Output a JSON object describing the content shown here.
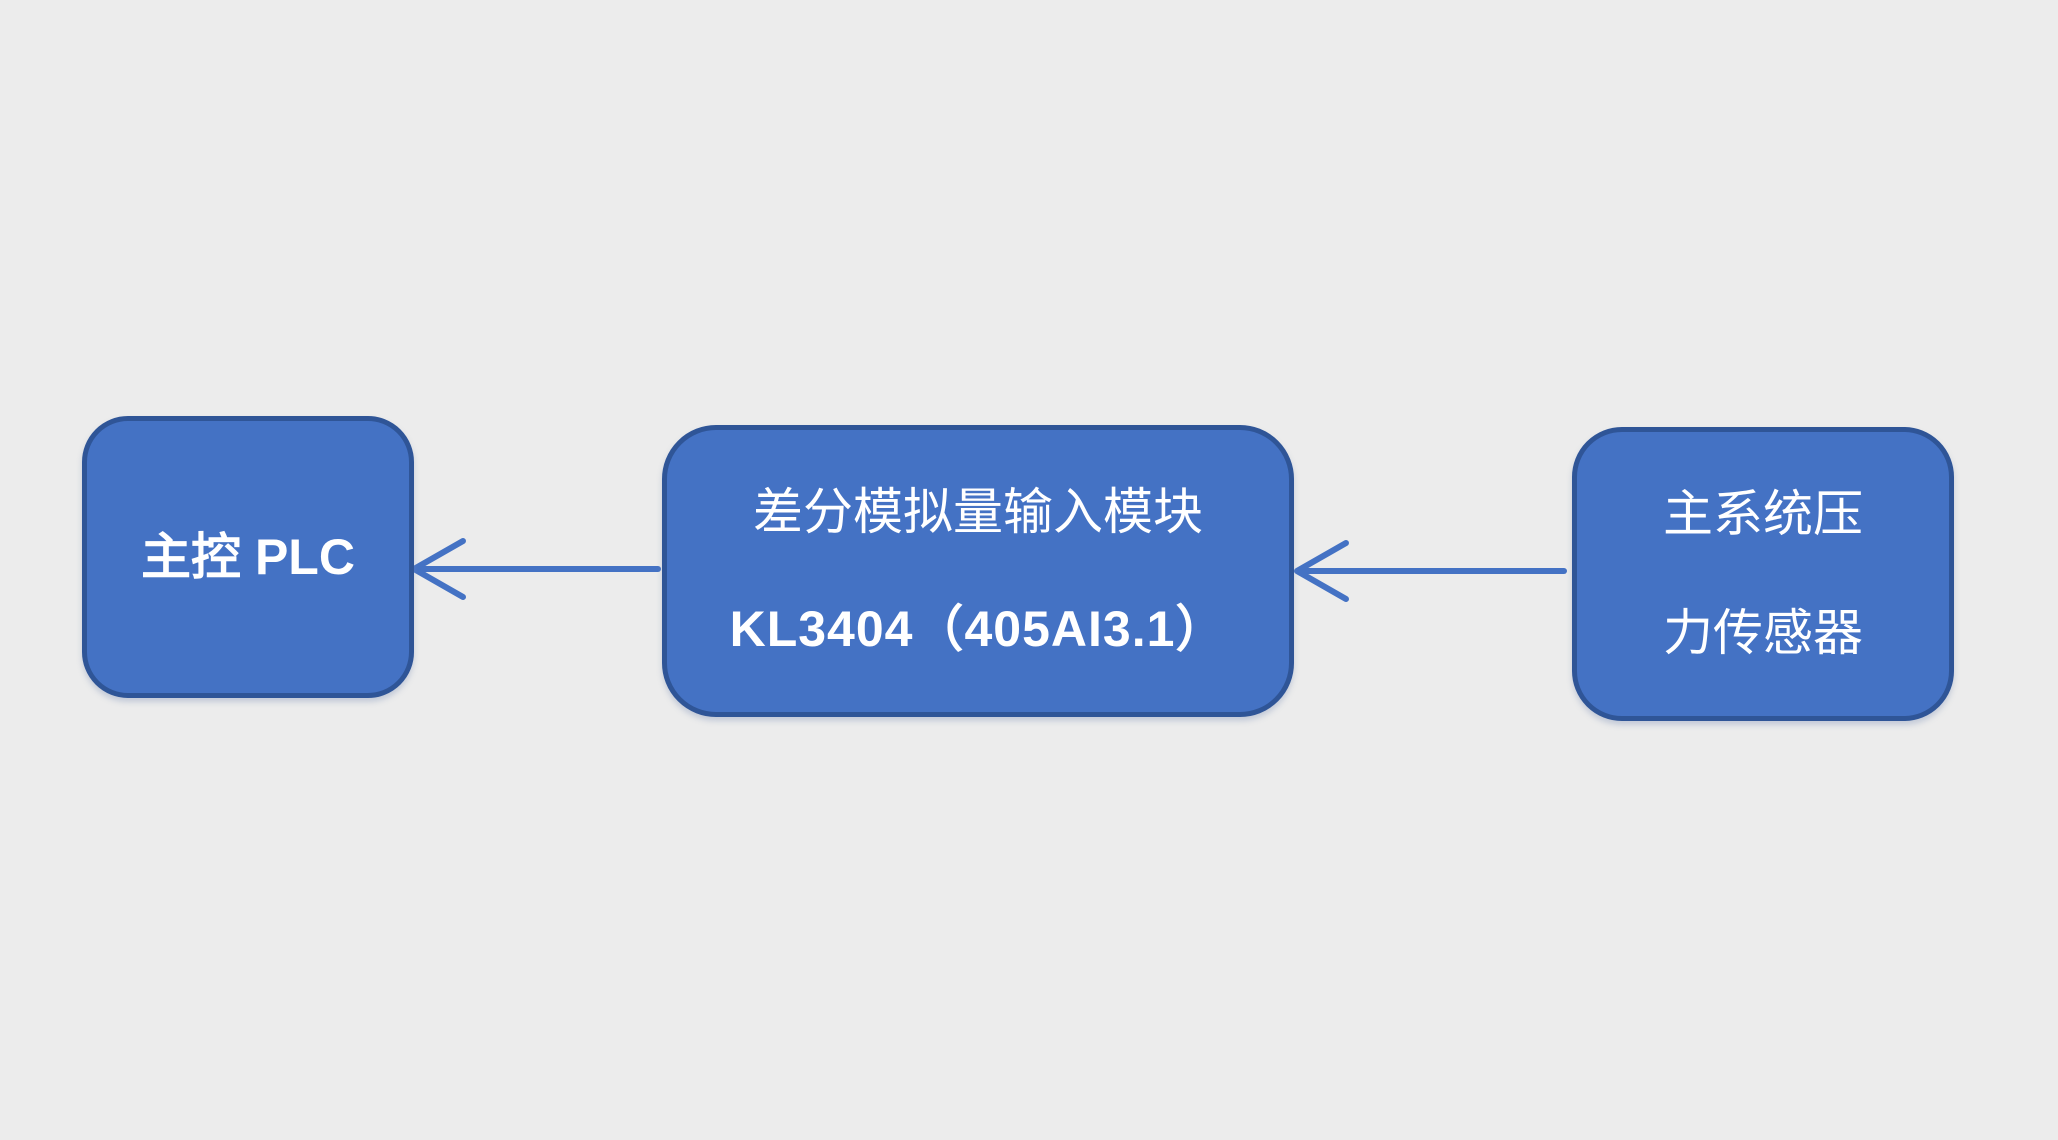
{
  "diagram": {
    "type": "flowchart",
    "flow_direction": "right-to-left",
    "background_color": "#ECECEC",
    "node_fill_color": "#4472C4",
    "node_border_color": "#2F5597",
    "node_text_color": "#FFFFFF",
    "arrow_color": "#4472C4",
    "nodes": [
      {
        "id": "main-plc",
        "lines": [
          "主控 PLC"
        ]
      },
      {
        "id": "analog-input-module",
        "lines": [
          "差分模拟量输入模块",
          "KL3404（405AI3.1）"
        ]
      },
      {
        "id": "main-pressure-sensor",
        "lines": [
          "主系统压",
          "力传感器"
        ]
      }
    ],
    "edges": [
      {
        "from": "main-pressure-sensor",
        "to": "analog-input-module",
        "arrow_style": "open-head"
      },
      {
        "from": "analog-input-module",
        "to": "main-plc",
        "arrow_style": "open-head"
      }
    ]
  }
}
